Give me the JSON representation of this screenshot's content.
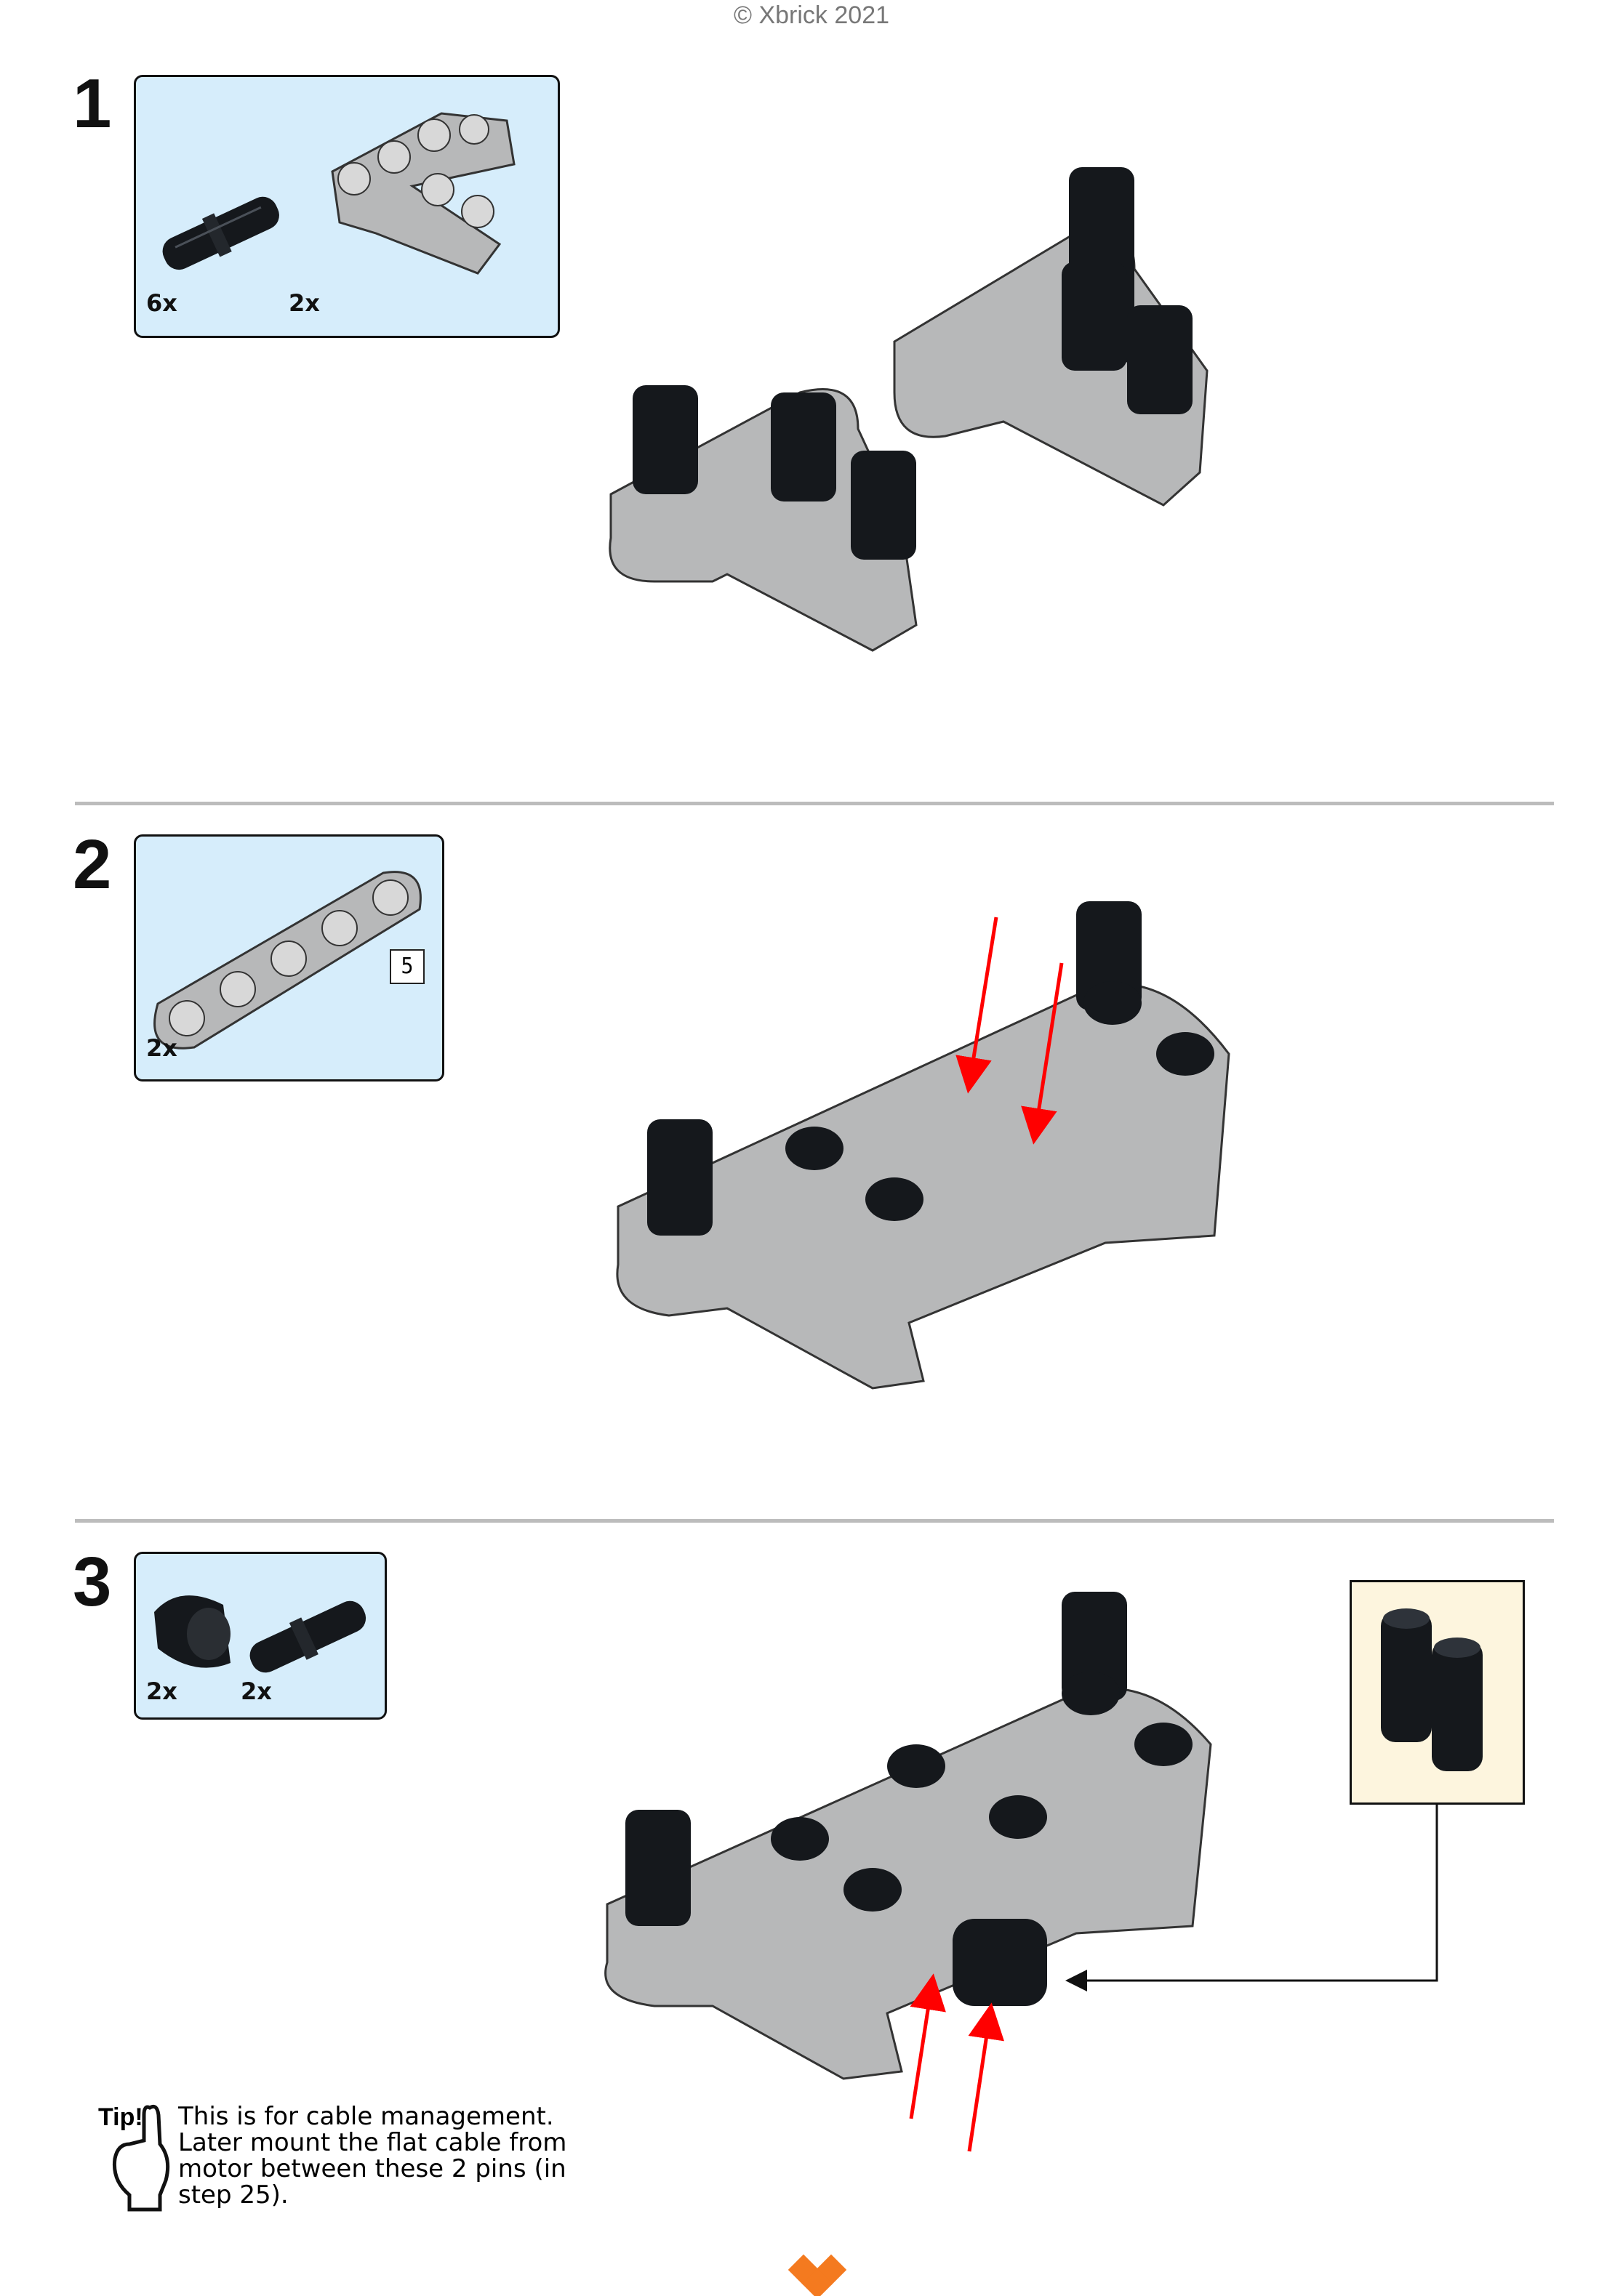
{
  "header": {
    "copyright": "© Xbrick 2021"
  },
  "steps": [
    {
      "number": "1",
      "parts": [
        {
          "qty": "6x",
          "part": "black-pin"
        },
        {
          "qty": "2x",
          "part": "gray-t-beam"
        }
      ]
    },
    {
      "number": "2",
      "parts": [
        {
          "qty": "2x",
          "part": "gray-beam-5",
          "length_label": "5"
        }
      ]
    },
    {
      "number": "3",
      "parts": [
        {
          "qty": "2x",
          "part": "black-bush"
        },
        {
          "qty": "2x",
          "part": "black-pin"
        }
      ]
    }
  ],
  "tip": {
    "label": "Tip!",
    "text": "This is for cable management. Later mount the flat cable from motor between these 2 pins (in step 25)."
  },
  "colors": {
    "callout_bg": "#d6edfb",
    "detail_bg": "#fdf5de",
    "arrow": "#ff0000",
    "beam": "#b8b9ba",
    "pin": "#111418",
    "logo": "#f47a1f"
  }
}
